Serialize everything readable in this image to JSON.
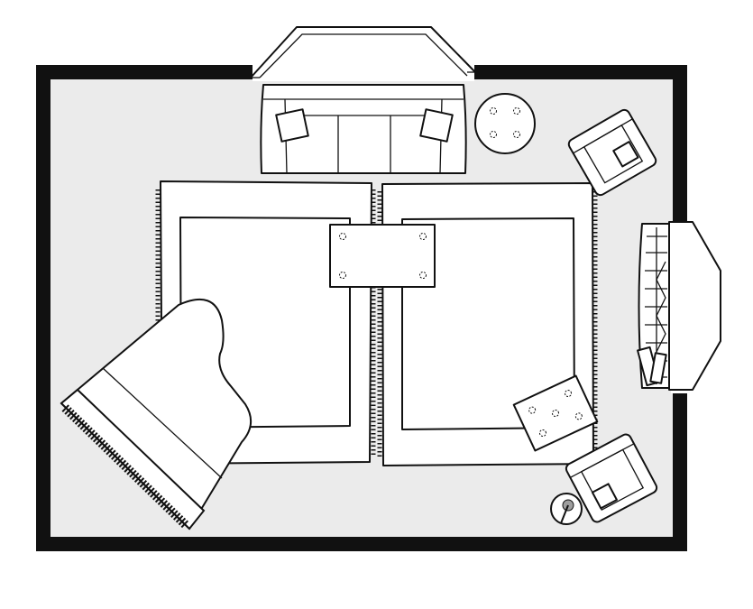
{
  "diagram": {
    "type": "living-room-floor-plan",
    "colors": {
      "wall": "#111111",
      "floor": "#ebebeb",
      "furniture_fill": "#ffffff",
      "outline": "#111111"
    },
    "furniture": [
      "bay-window",
      "sofa",
      "round-side-table",
      "armchair-top-right",
      "fireplace",
      "area-rug-left",
      "area-rug-right",
      "coffee-table",
      "grand-piano",
      "ottoman",
      "armchair-bottom-right",
      "floor-lamp"
    ]
  }
}
